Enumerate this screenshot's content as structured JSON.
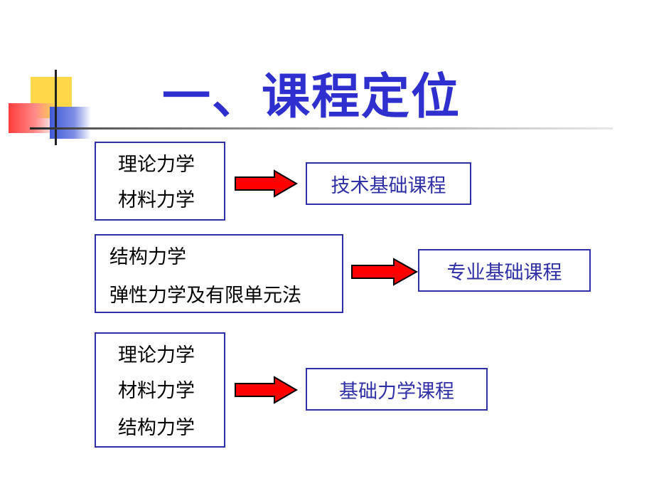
{
  "title": "一、课程定位",
  "groups": [
    {
      "sources": [
        "理论力学",
        "材料力学"
      ],
      "target": "技术基础课程"
    },
    {
      "sources": [
        "结构力学",
        "弹性力学及有限单元法"
      ],
      "target": "专业基础课程"
    },
    {
      "sources": [
        "理论力学",
        "材料力学",
        "结构力学"
      ],
      "target": "基础力学课程"
    }
  ],
  "colors": {
    "title": "#2f2fd0",
    "border": "#2f2fa8",
    "arrow_fill": "#ff0000",
    "arrow_stroke": "#000000"
  }
}
